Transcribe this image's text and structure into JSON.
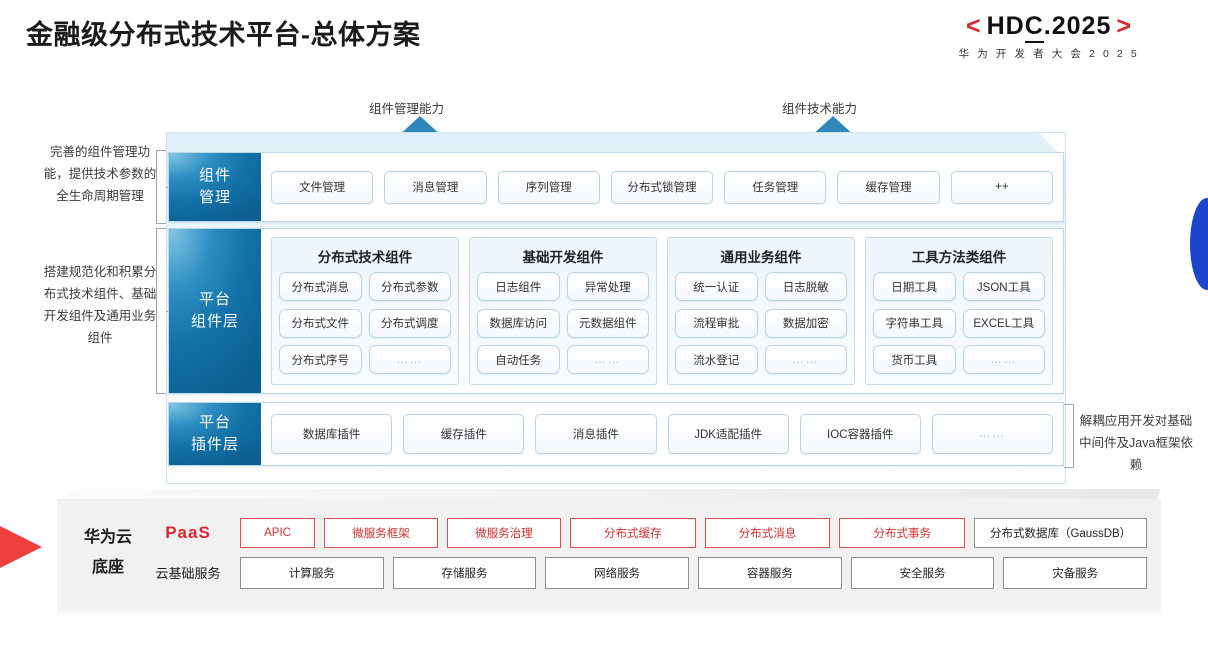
{
  "header": {
    "title": "金融级分布式技术平台-总体方案",
    "logo": {
      "left_bracket": "<",
      "main": "HDC.2025",
      "main_prefix": "HD",
      "main_underlined": "C",
      "main_suffix": ".2025",
      "right_bracket": ">",
      "subtitle": "华 为 开 发 者 大 会 2 0 2 5"
    }
  },
  "arrows": [
    {
      "label": "组件管理能力"
    },
    {
      "label": "组件技术能力"
    }
  ],
  "notes": {
    "left_top": "完善的组件管理功能，提供技术参数的全生命周期管理",
    "left_mid": "搭建规范化和积累分布式技术组件、基础开发组件及通用业务组件",
    "right": "解耦应用开发对基础中间件及Java框架依赖"
  },
  "rows": {
    "component_management": {
      "label": "组件\n管理",
      "label_line1": "组件",
      "label_line2": "管理",
      "items": [
        "文件管理",
        "消息管理",
        "序列管理",
        "分布式锁管理",
        "任务管理",
        "缓存管理",
        "++"
      ]
    },
    "platform_component_layer": {
      "label_line1": "平台",
      "label_line2": "组件层",
      "groups": [
        {
          "title": "分布式技术组件",
          "items": [
            "分布式消息",
            "分布式参数",
            "分布式文件",
            "分布式调度",
            "分布式序号",
            "……"
          ]
        },
        {
          "title": "基础开发组件",
          "items": [
            "日志组件",
            "异常处理",
            "数据库访问",
            "元数据组件",
            "自动任务",
            "……"
          ]
        },
        {
          "title": "通用业务组件",
          "items": [
            "统一认证",
            "日志脱敏",
            "流程审批",
            "数据加密",
            "流水登记",
            "……"
          ]
        },
        {
          "title": "工具方法类组件",
          "items": [
            "日期工具",
            "JSON工具",
            "字符串工具",
            "EXCEL工具",
            "货币工具",
            "……"
          ]
        }
      ]
    },
    "platform_plugin_layer": {
      "label_line1": "平台",
      "label_line2": "插件层",
      "items": [
        "数据库插件",
        "缓存插件",
        "消息插件",
        "JDK适配插件",
        "IOC容器插件",
        "……"
      ]
    }
  },
  "cloud_base": {
    "name_line1": "华为云",
    "name_line2": "底座",
    "paas": {
      "tier_label": "PaaS",
      "items": [
        {
          "label": "APIC",
          "style": "red",
          "flex": 0.62
        },
        {
          "label": "微服务框架",
          "style": "red",
          "flex": 0.95
        },
        {
          "label": "微服务治理",
          "style": "red",
          "flex": 0.95
        },
        {
          "label": "分布式缓存",
          "style": "red",
          "flex": 1.05
        },
        {
          "label": "分布式消息",
          "style": "red",
          "flex": 1.05
        },
        {
          "label": "分布式事务",
          "style": "red",
          "flex": 1.05
        },
        {
          "label": "分布式数据库（GaussDB）",
          "style": "gray",
          "flex": 1.45
        }
      ]
    },
    "infra": {
      "tier_label": "云基础服务",
      "items": [
        "计算服务",
        "存储服务",
        "网络服务",
        "容器服务",
        "安全服务",
        "灾备服务"
      ]
    }
  },
  "colors": {
    "brand_red": "#d9272e",
    "accent_blue": "#1372a8",
    "lens_blue": "#1b45cc",
    "wedge_red": "#ec3f3f"
  }
}
